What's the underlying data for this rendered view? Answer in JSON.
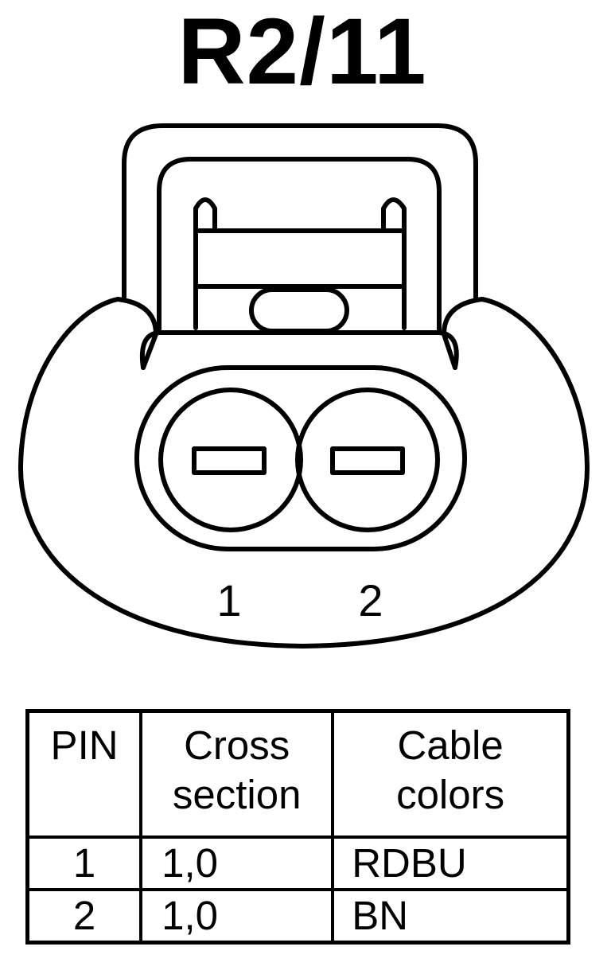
{
  "title": "R2/11",
  "connector": {
    "pin_labels": [
      "1",
      "2"
    ]
  },
  "pin_table": {
    "headers": {
      "pin": "PIN",
      "cross_section_line1": "Cross",
      "cross_section_line2": "section",
      "cable_colors_line1": "Cable",
      "cable_colors_line2": "colors"
    },
    "rows": [
      {
        "pin": "1",
        "cross_section": "1,0",
        "cable_color": "RDBU"
      },
      {
        "pin": "2",
        "cross_section": "1,0",
        "cable_color": "BN"
      }
    ]
  }
}
